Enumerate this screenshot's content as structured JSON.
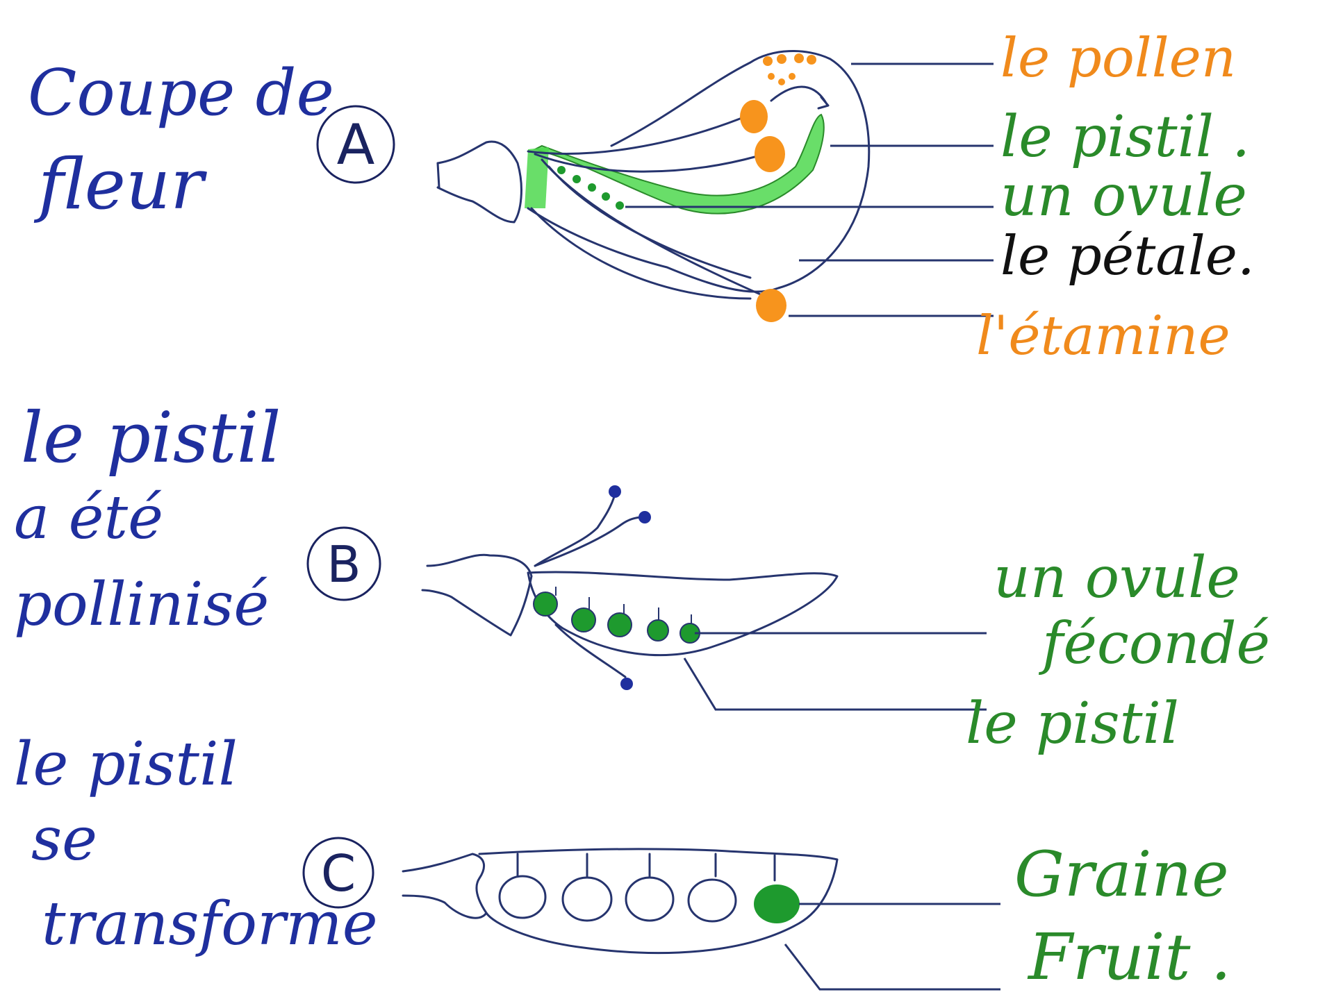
{
  "colors": {
    "blue_ink": "#1f2f9e",
    "orange_ink": "#f08a1c",
    "green_ink": "#2a8a2a",
    "black_ink": "#111111",
    "pistil_fill": "#4fd84f",
    "seed_fill": "#1e9a2e",
    "pollen_fill": "#f7941d"
  },
  "panel_a": {
    "marker": "A",
    "caption_line1": "Coupe de",
    "caption_line2": "fleur",
    "labels": {
      "pollen": "le pollen",
      "pistil": "le pistil .",
      "ovule": "un ovule",
      "petale": "le pétale.",
      "etamine": "l'étamine"
    }
  },
  "panel_b": {
    "marker": "B",
    "caption_line1": "le pistil",
    "caption_line2": "a été",
    "caption_line3": "pollinisé",
    "labels": {
      "ovule_line1": "un ovule",
      "ovule_line2": "fécondé",
      "pistil": "le pistil"
    }
  },
  "panel_c": {
    "marker": "C",
    "caption_line1": "le pistil",
    "caption_line2": "se",
    "caption_line3": "transforme",
    "labels": {
      "graine": "Graine",
      "fruit": "Fruit ."
    }
  }
}
